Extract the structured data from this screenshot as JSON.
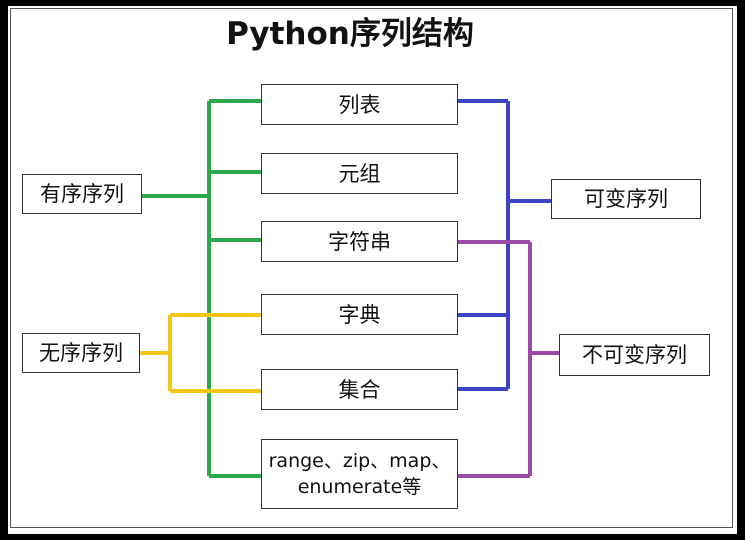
{
  "title": "Python序列结构",
  "categories": {
    "ordered": "有序序列",
    "unordered": "无序序列",
    "mutable": "可变序列",
    "immutable": "不可变序列"
  },
  "types": {
    "list": "列表",
    "tuple": "元组",
    "string": "字符串",
    "dict": "字典",
    "set": "集合",
    "others_line1": "range、zip、map、",
    "others_line2": "enumerate等"
  },
  "colors": {
    "ordered": "#2aa84a",
    "unordered": "#f5c518",
    "mutable": "#3b45c4",
    "immutable": "#9c4aa8"
  }
}
